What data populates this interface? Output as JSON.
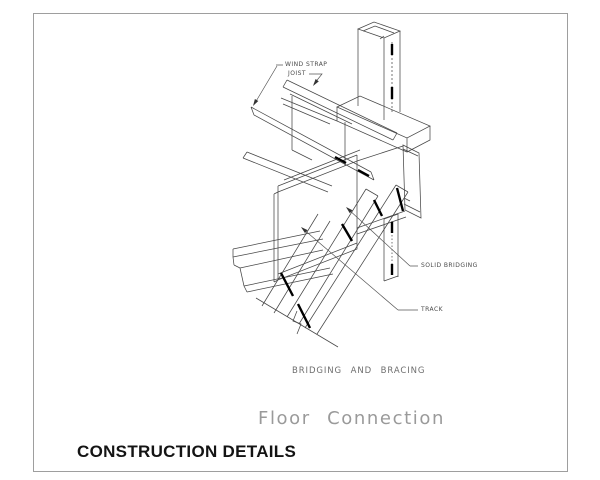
{
  "drawing": {
    "title": "CONSTRUCTION DETAILS",
    "subtitle": "Floor Connection",
    "caption": "BRIDGING AND BRACING",
    "labels": {
      "wind_strap": "WIND STRAP",
      "joist": "JOIST",
      "solid_bridging": "SOLID BRIDGING",
      "track": "TRACK"
    },
    "colors": {
      "line": "#474747",
      "bold_mark": "#000000",
      "page_border": "#9e9e9e",
      "label_text": "#4a4a4a",
      "caption_text": "#6e6e6e",
      "subtitle_text": "#9a9a9a",
      "title_text": "#141414"
    }
  }
}
